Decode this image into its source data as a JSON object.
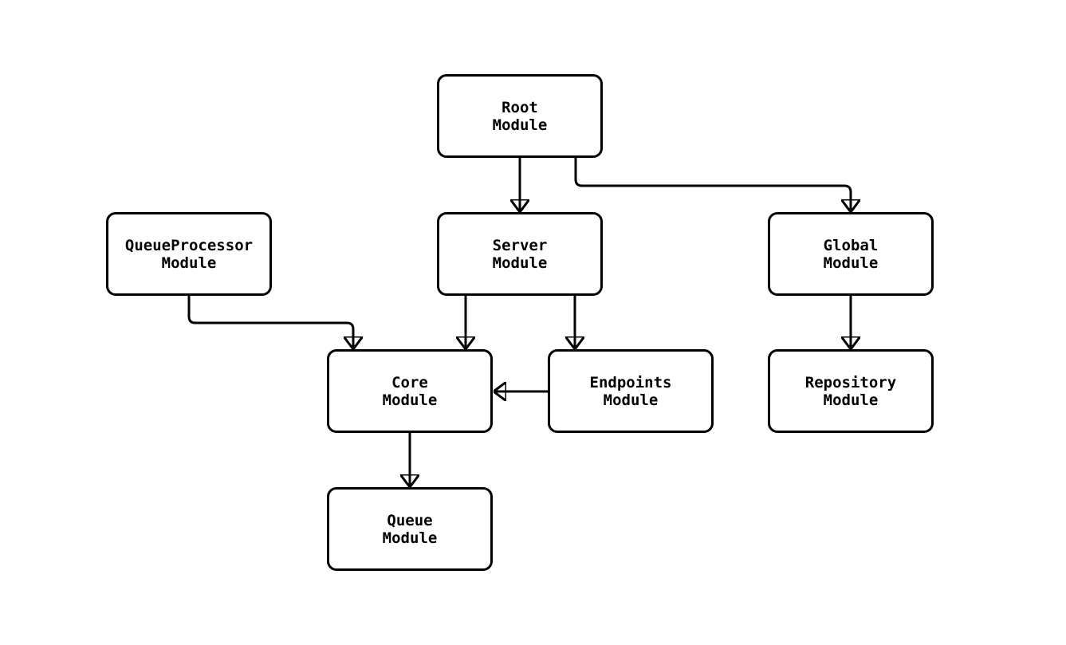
{
  "diagram": {
    "type": "module-dependency-graph",
    "background_color": "#ffffff",
    "stroke_color": "#000000",
    "node_fill_color": "#ffffff",
    "nodes": [
      {
        "id": "root",
        "label": "Root\nModule"
      },
      {
        "id": "server",
        "label": "Server\nModule"
      },
      {
        "id": "global",
        "label": "Global\nModule"
      },
      {
        "id": "queueprocessor",
        "label": "QueueProcessor\nModule"
      },
      {
        "id": "core",
        "label": "Core\nModule"
      },
      {
        "id": "endpoints",
        "label": "Endpoints\nModule"
      },
      {
        "id": "repository",
        "label": "Repository\nModule"
      },
      {
        "id": "queue",
        "label": "Queue\nModule"
      }
    ],
    "edges": [
      {
        "from": "root",
        "to": "server"
      },
      {
        "from": "root",
        "to": "global"
      },
      {
        "from": "queueprocessor",
        "to": "core"
      },
      {
        "from": "server",
        "to": "core"
      },
      {
        "from": "server",
        "to": "endpoints"
      },
      {
        "from": "endpoints",
        "to": "core"
      },
      {
        "from": "global",
        "to": "repository"
      },
      {
        "from": "core",
        "to": "queue"
      }
    ]
  }
}
